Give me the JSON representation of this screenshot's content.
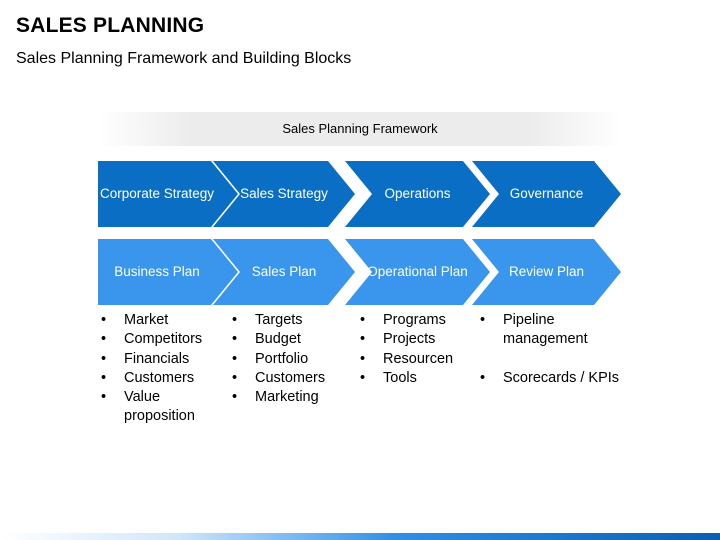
{
  "title": "SALES PLANNING",
  "subtitle": "Sales Planning Framework and Building Blocks",
  "framework_label": "Sales Planning Framework",
  "colors": {
    "row1": "#0a6fc4",
    "row2": "#3a95ec",
    "text_on_shape": "#ffffff"
  },
  "row1": [
    {
      "label": "Corporate Strategy"
    },
    {
      "label": "Sales Strategy"
    },
    {
      "label": "Operations"
    },
    {
      "label": "Governance"
    }
  ],
  "row2": [
    {
      "label": "Business Plan"
    },
    {
      "label": "Sales Plan"
    },
    {
      "label": "Operational Plan"
    },
    {
      "label": "Review Plan"
    }
  ],
  "lists": [
    [
      "Market",
      "Competitors",
      "Financials",
      "Customers",
      "Value proposition"
    ],
    [
      "Targets",
      "Budget",
      "Portfolio",
      "Customers",
      "Marketing"
    ],
    [
      "Programs",
      "Projects",
      "Resourcen",
      "Tools"
    ],
    [
      "Pipeline management",
      "Scorecards / KPIs"
    ]
  ]
}
